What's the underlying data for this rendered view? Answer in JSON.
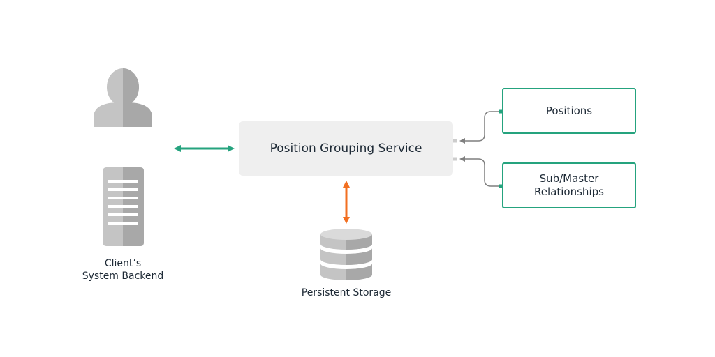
{
  "service": {
    "label": "Position Grouping Service"
  },
  "client": {
    "label_line1": "Client’s",
    "label_line2": "System Backend"
  },
  "storage": {
    "label": "Persistent Storage"
  },
  "entities": [
    {
      "line1": "Positions",
      "line2": ""
    },
    {
      "line1": "Sub/Master",
      "line2": "Relationships"
    }
  ],
  "colors": {
    "accent_green": "#25a37e",
    "accent_orange": "#f26f21",
    "connector_gray": "#7f7f7f",
    "box_fill": "#efefef",
    "icon_gray_light": "#c4c4c4",
    "icon_gray_dark": "#a8a8a8"
  },
  "icons": [
    "user-icon",
    "server-icon",
    "database-icon"
  ]
}
